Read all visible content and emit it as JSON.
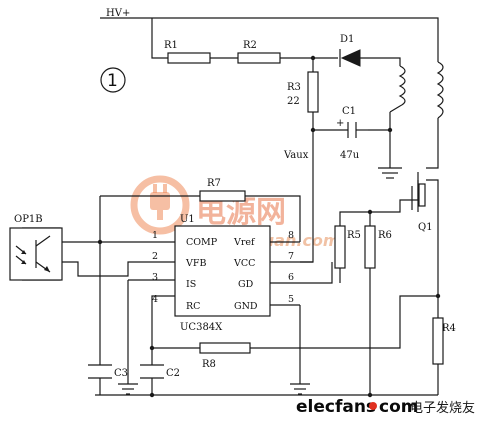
{
  "diagram": {
    "supply_label": "HV+",
    "circle_number": "1",
    "optocoupler_label": "OP1B",
    "ic": {
      "ref": "U1",
      "part": "UC384X",
      "pins_left": [
        {
          "num": "1",
          "name": "COMP"
        },
        {
          "num": "2",
          "name": "VFB"
        },
        {
          "num": "3",
          "name": "IS"
        },
        {
          "num": "4",
          "name": "RC"
        }
      ],
      "pins_right": [
        {
          "num": "8",
          "name": "Vref"
        },
        {
          "num": "7",
          "name": "VCC"
        },
        {
          "num": "6",
          "name": "GD"
        },
        {
          "num": "5",
          "name": "GND"
        }
      ]
    },
    "components": {
      "r1": "R1",
      "r2": "R2",
      "r3": "R3",
      "r3_value": "22",
      "d1": "D1",
      "c1": "C1",
      "c1_value": "47u",
      "vaux": "Vaux",
      "r7": "R7",
      "r5": "R5",
      "r6": "R6",
      "q1": "Q1",
      "r4": "R4",
      "r8": "R8",
      "c2": "C2",
      "c3": "C3"
    }
  },
  "watermark": {
    "cn_text": "电源网",
    "en_text": "DianYuan.com"
  },
  "brand": {
    "elec": "elecfans",
    "com": "com",
    "cn": "电子发烧友"
  },
  "colors": {
    "wire": "#1a1a1a",
    "watermark": "#e8764a"
  }
}
